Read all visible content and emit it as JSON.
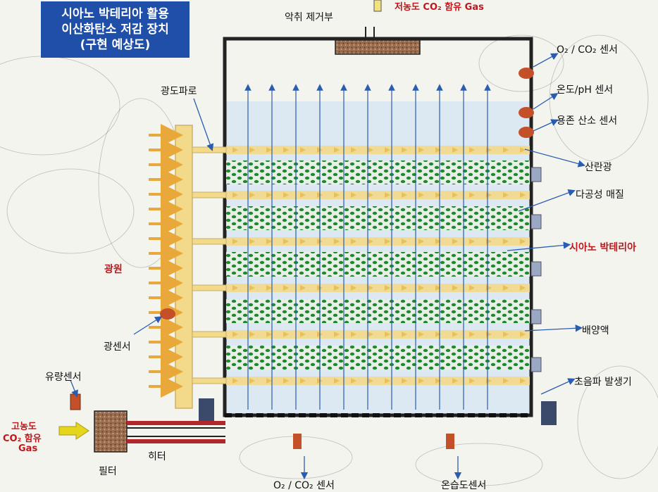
{
  "title": {
    "line1": "시아노 박테리아 활용",
    "line2": "이산화탄소 저감 장치",
    "line3": "(구현 예상도)"
  },
  "labels": {
    "odor_remover": "악취 제거부",
    "low_co2_gas": "저농도 CO₂ 함유 Gas",
    "o2_co2_sensor_top": "O₂ / CO₂ 센서",
    "temp_ph_sensor": "온도/pH 센서",
    "do_sensor": "용존 산소 센서",
    "scattered_light": "산란광",
    "porous_media": "다공성 매질",
    "cyanobacteria": "시아노 박테리아",
    "culture_medium": "배양액",
    "ultrasonic_generator": "초음파 발생기",
    "light_guide": "광도파로",
    "light_source": "광원",
    "light_sensor": "광센서",
    "flow_sensor": "유량센서",
    "high_co2_gas_1": "고농도",
    "high_co2_gas_2": "CO₂ 함유",
    "high_co2_gas_3": "Gas",
    "filter": "필터",
    "heater": "히터",
    "o2_co2_sensor_bottom": "O₂ / CO₂ 센서",
    "temp_humidity_sensor": "온습도센서"
  },
  "colors": {
    "title_bg": "#1f4fa8",
    "red_label": "#c0161b",
    "blue_arrow": "#2a5db0",
    "light_yellow": "#f3d98a",
    "arrow_orange": "#e9a93a",
    "cells_green": "#1e8a2c",
    "sensor_orange": "#c4502a",
    "tank_outline": "#222222",
    "medium_blue": "#dce8f2",
    "filter_brown": "#9b6d4f",
    "heater_red": "#b3262c",
    "gas_arrow_yellow": "#e6d51d"
  }
}
